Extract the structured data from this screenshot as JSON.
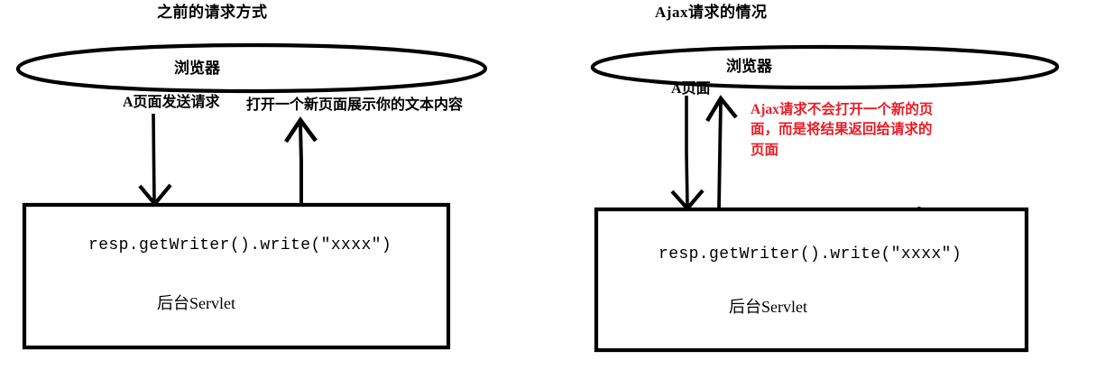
{
  "meta": {
    "background_color": "#ffffff",
    "stroke_color": "#000000",
    "accent_red": "#ea1b24"
  },
  "panels": [
    {
      "id": "before-ajax",
      "title": "之前的请求方式",
      "browser": {
        "label": "浏览器",
        "shape": "ellipse"
      },
      "edges": [
        {
          "id": "request-down",
          "label": "A页面发送请求",
          "direction": "down",
          "color": "#000000"
        },
        {
          "id": "response-up",
          "label": "打开一个新页面展示你的文本内容",
          "direction": "up",
          "color": "#000000"
        }
      ],
      "servlet_box": {
        "code": "resp.getWriter().write(\"xxxx\")",
        "label": "后台Servlet",
        "shape": "rectangle"
      },
      "notes": []
    },
    {
      "id": "with-ajax",
      "title": "Ajax请求的情况",
      "browser": {
        "label": "浏览器",
        "shape": "ellipse"
      },
      "edges": [
        {
          "id": "request-down",
          "label": "A页面",
          "direction": "down",
          "color": "#000000"
        },
        {
          "id": "response-up",
          "label": "",
          "direction": "up",
          "color": "#000000"
        }
      ],
      "servlet_box": {
        "code": "resp.getWriter().write(\"xxxx\")",
        "label": "后台Servlet",
        "shape": "rectangle"
      },
      "notes": [
        {
          "id": "ajax-note",
          "text": "Ajax请求不会打开一个新的页面，而是将结果返回给请求的页面",
          "color": "#ea1b24"
        }
      ]
    }
  ]
}
